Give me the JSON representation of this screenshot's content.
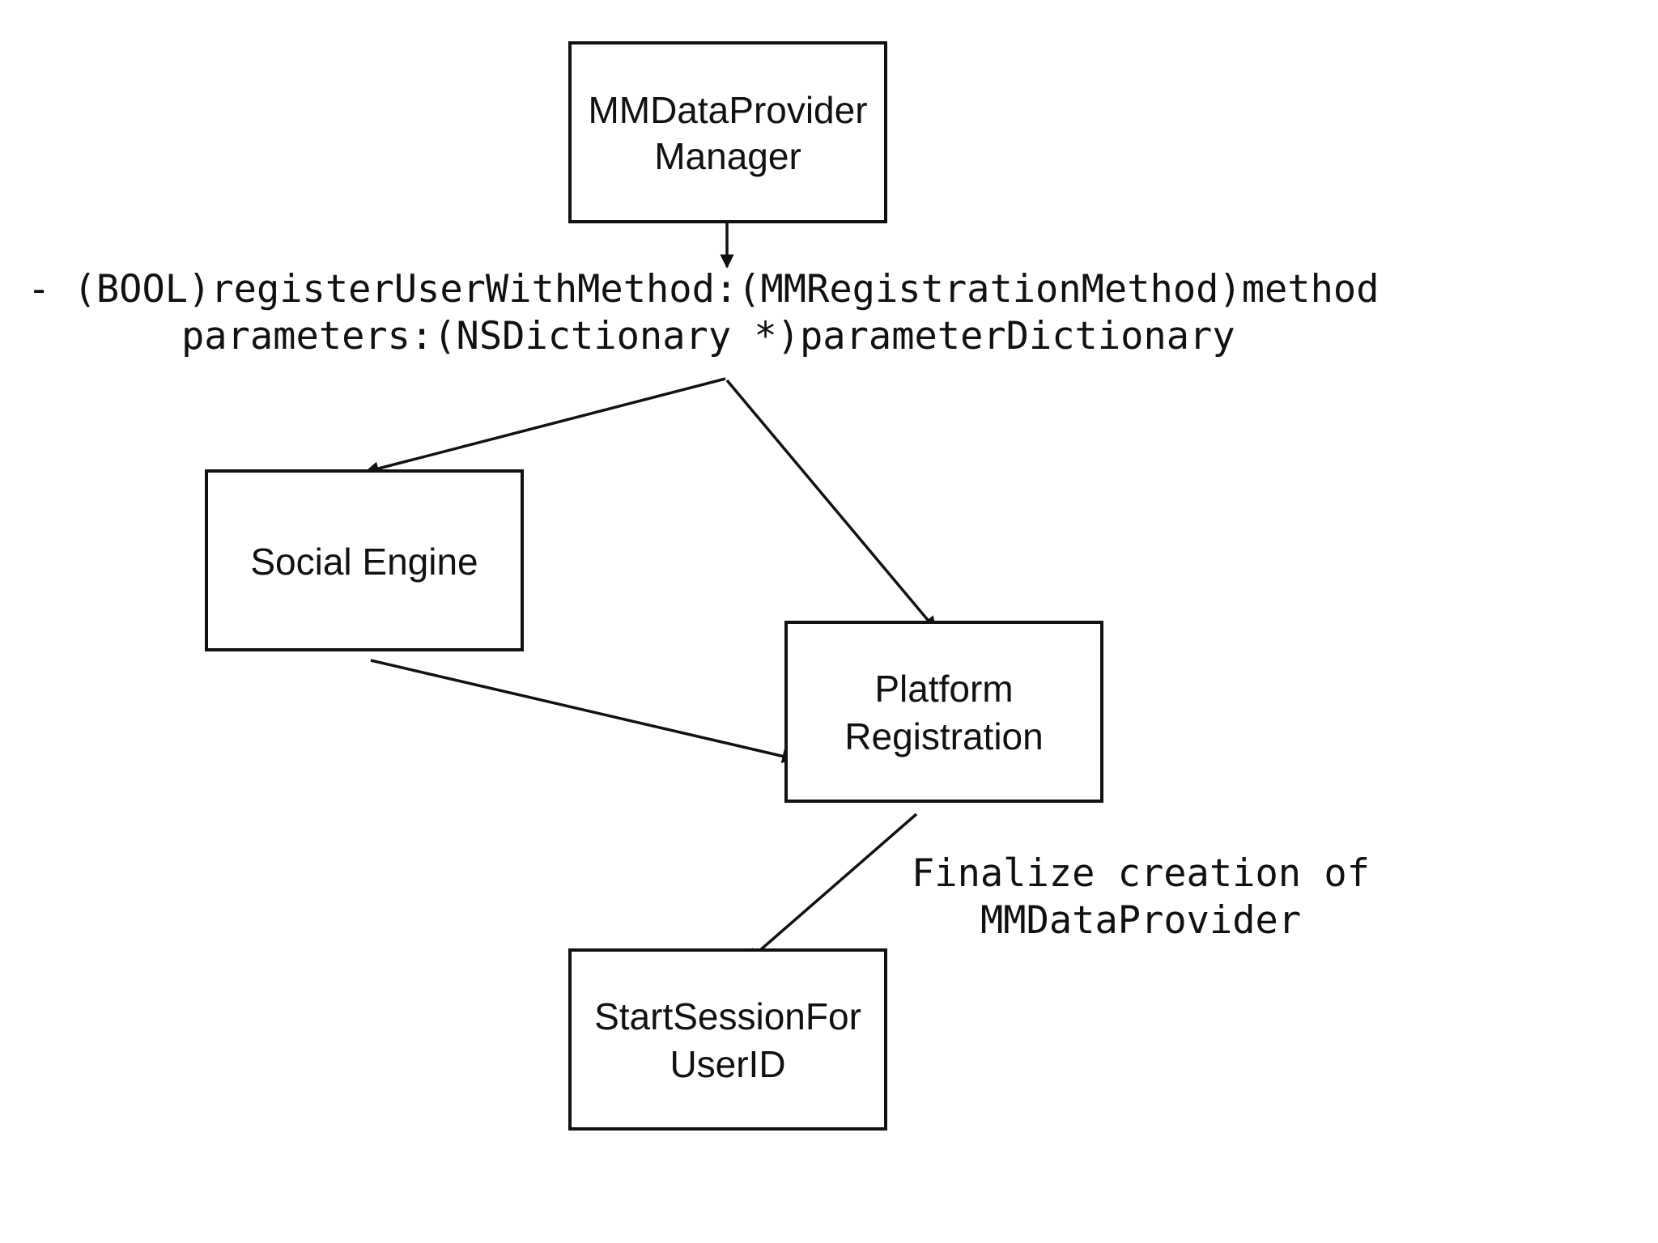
{
  "nodes": {
    "manager": {
      "line1": "MMDataProvider",
      "line2": "Manager"
    },
    "social": {
      "line1": "Social Engine"
    },
    "platform": {
      "line1": "Platform",
      "line2": "Registration"
    },
    "session": {
      "line1": "StartSessionFor",
      "line2": "UserID"
    }
  },
  "labels": {
    "method_line1": "- (BOOL)registerUserWithMethod:(MMRegistrationMethod)method",
    "method_line2": "parameters:(NSDictionary *)parameterDictionary",
    "finalize_line1": "Finalize creation of",
    "finalize_line2": "MMDataProvider"
  },
  "edges": [
    {
      "from": "manager",
      "to": "method-signature"
    },
    {
      "from": "method-signature",
      "to": "social"
    },
    {
      "from": "method-signature",
      "to": "platform"
    },
    {
      "from": "social",
      "to": "platform"
    },
    {
      "from": "platform",
      "to": "session"
    }
  ],
  "colors": {
    "stroke": "#111111",
    "background": "#ffffff"
  }
}
